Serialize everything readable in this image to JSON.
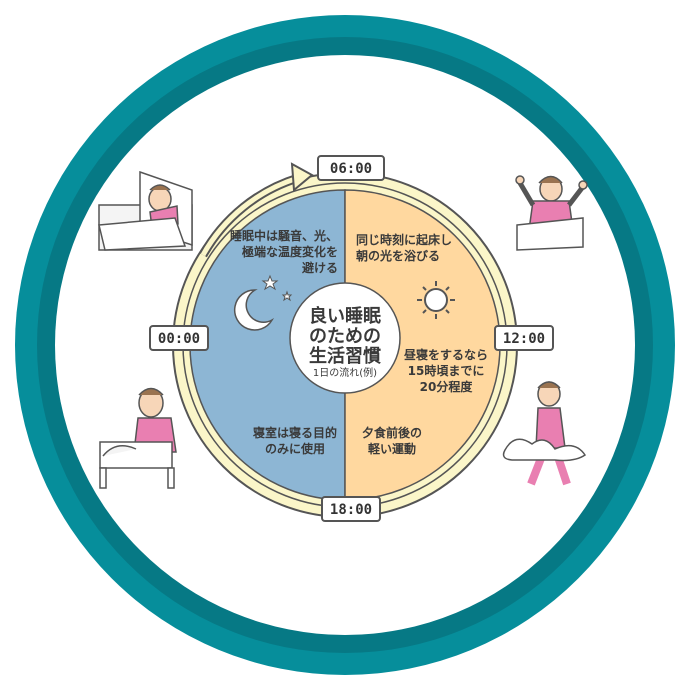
{
  "colors": {
    "outer_ring": "#068e9b",
    "outer_ring_dark": "#067985",
    "night": "#8db6d4",
    "day": "#ffd89f",
    "track": "#fbf6c9",
    "outline": "#555555"
  },
  "center": {
    "title_line1": "良い睡眠",
    "title_line2": "のための",
    "title_line3": "生活習慣",
    "subtitle": "1日の流れ(例)"
  },
  "times": {
    "top": "06:00",
    "right": "12:00",
    "bottom": "18:00",
    "left": "00:00"
  },
  "quadrants": {
    "night_top": [
      "睡眠中は騒音、光、",
      "極端な温度変化を",
      "避ける"
    ],
    "day_top": [
      "同じ時刻に起床し",
      "朝の光を浴びる"
    ],
    "day_bottom_right": [
      "昼寝をするなら",
      "15時頃までに",
      "20分程度"
    ],
    "day_bottom": [
      "夕食前後の",
      "軽い運動"
    ],
    "night_bottom": [
      "寝室は寝る目的",
      "のみに使用"
    ]
  },
  "icons": {
    "moon": "moon-icon",
    "stars": "stars-icon",
    "sun": "sun-icon",
    "sleeping_person": "sleeping-person-illustration",
    "waking_person": "waking-person-illustration",
    "walking_person": "walking-person-illustration",
    "yawning_person": "yawning-person-illustration"
  }
}
